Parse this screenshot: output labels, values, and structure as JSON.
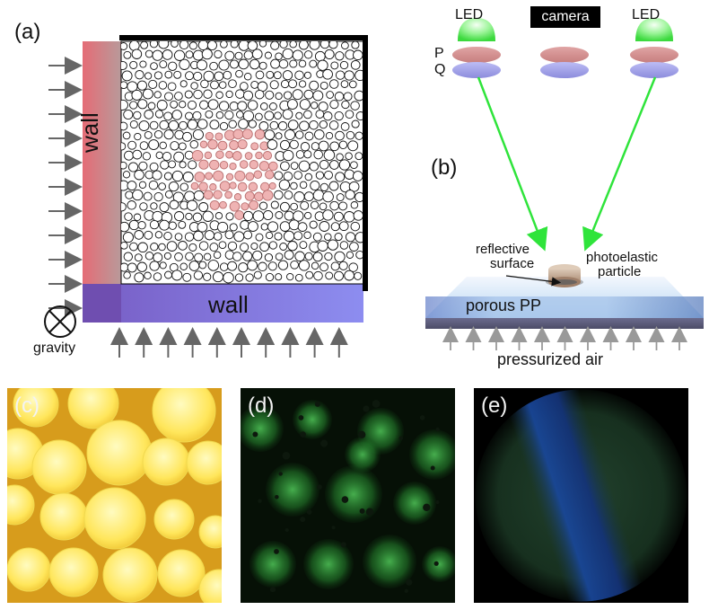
{
  "figure": {
    "labels": {
      "a": "(a)",
      "b": "(b)",
      "c": "(c)",
      "d": "(d)",
      "e": "(e)"
    },
    "panel_a": {
      "left_wall_text": "wall",
      "bottom_wall_text": "wall",
      "gravity_text": "gravity"
    },
    "panel_b": {
      "led_left": "LED",
      "camera": "camera",
      "led_right": "LED",
      "polarizer_p": "P",
      "polarizer_q": "Q",
      "reflective_surface_line1": "reflective",
      "reflective_surface_line2": "surface",
      "photoelastic_line1": "photoelastic",
      "photoelastic_line2": "particle",
      "porous_pp": "porous PP",
      "pressurized_air": "pressurized air"
    }
  },
  "colors": {
    "wall_red": "#e88888",
    "wall_blue": "#8c8cf0",
    "corner_purple": "#6d4fb0",
    "highlight_red": "#e88d8d",
    "led_green": "#74ea6e",
    "beam_green": "#2fe43b",
    "polarizer_red": "#d89090",
    "polarizer_blue": "#9f9fe6",
    "panel_c_bg": "#d79c1c",
    "panel_d_glow": "#32aa3a",
    "panel_e_blue": "#114488"
  },
  "icons": {
    "gravity": "circle-x-icon",
    "flow_arrow": "arrow-right-icon",
    "air_arrow": "arrow-up-icon"
  }
}
